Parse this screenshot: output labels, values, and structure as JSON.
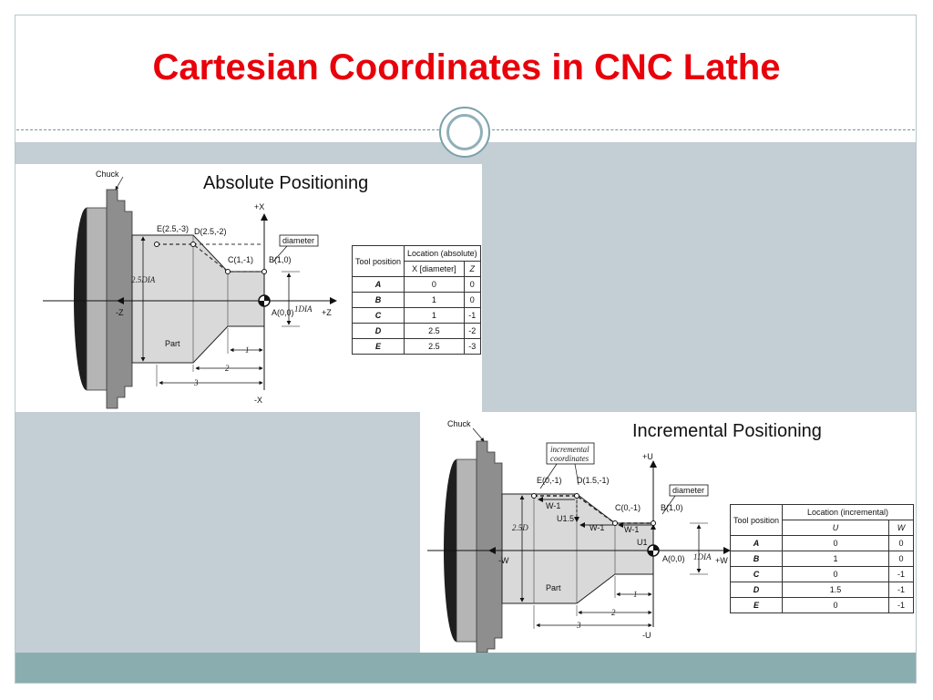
{
  "slide": {
    "title": "Cartesian Coordinates in CNC Lathe"
  },
  "absolute": {
    "heading": "Absolute Positioning",
    "labels": {
      "chuck": "Chuck",
      "plus_x": "+X",
      "minus_x": "-X",
      "minus_z": "-Z",
      "plus_z": "+Z",
      "diameter": "diameter",
      "dia_large": "2.5DIA",
      "dia_small": "1DIA",
      "part": "Part",
      "pt_e": "E(2.5,-3)",
      "pt_d": "D(2.5,-2)",
      "pt_c": "C(1,-1)",
      "pt_b": "B(1,0)",
      "pt_a": "A(0,0)",
      "dim_1": "1",
      "dim_2": "2",
      "dim_3": "3"
    },
    "table": {
      "col_tool": "Tool position",
      "group_header": "Location (absolute)",
      "col_x": "X [diameter]",
      "col_z": "Z",
      "rows": [
        {
          "pos": "A",
          "x": "0",
          "z": "0"
        },
        {
          "pos": "B",
          "x": "1",
          "z": "0"
        },
        {
          "pos": "C",
          "x": "1",
          "z": "-1"
        },
        {
          "pos": "D",
          "x": "2.5",
          "z": "-2"
        },
        {
          "pos": "E",
          "x": "2.5",
          "z": "-3"
        }
      ]
    }
  },
  "incremental": {
    "heading": "Incremental Positioning",
    "labels": {
      "chuck": "Chuck",
      "plus_u": "+U",
      "minus_u": "-U",
      "minus_w": "-W",
      "plus_w": "+W",
      "incremental_line1": "incremental",
      "incremental_line2": "coordinates",
      "diameter": "diameter",
      "dia_large": "2.5D",
      "dia_small": "1DIA",
      "part": "Part",
      "pt_e": "E(0,-1)",
      "pt_d": "D(1.5,-1)",
      "pt_c": "C(0,-1)",
      "pt_b": "B(1,0)",
      "pt_a": "A(0,0)",
      "w1_a": "W-1",
      "w1_b": "W-1",
      "w1_c": "W-1",
      "u15": "U1.5",
      "u1": "U1",
      "dim_1": "1",
      "dim_2": "2",
      "dim_3": "3"
    },
    "table": {
      "col_tool": "Tool position",
      "group_header": "Location (incremental)",
      "col_u": "U",
      "col_w": "W",
      "rows": [
        {
          "pos": "A",
          "u": "0",
          "w": "0"
        },
        {
          "pos": "B",
          "u": "1",
          "w": "0"
        },
        {
          "pos": "C",
          "u": "0",
          "w": "-1"
        },
        {
          "pos": "D",
          "u": "1.5",
          "w": "-1"
        },
        {
          "pos": "E",
          "u": "0",
          "w": "-1"
        }
      ]
    }
  }
}
